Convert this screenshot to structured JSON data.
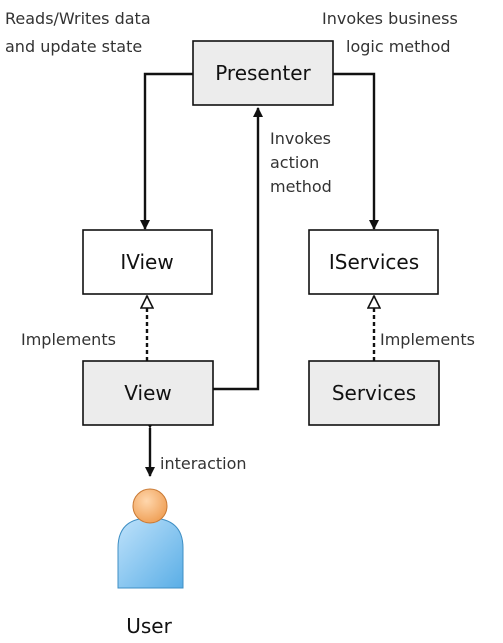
{
  "nodes": {
    "presenter": "Presenter",
    "iview": "IView",
    "iservices": "IServices",
    "view": "View",
    "services": "Services",
    "user": "User"
  },
  "edges": {
    "reads_writes": [
      "Reads/Writes data",
      "and update state"
    ],
    "invokes_business": [
      "Invokes business",
      "logic method"
    ],
    "invokes_action": [
      "Invokes",
      "action",
      "method"
    ],
    "implements_left": "Implements",
    "implements_right": "Implements",
    "interaction": "interaction"
  },
  "colors": {
    "presenter_fill": "#ececec",
    "interface_fill": "#ffffff",
    "impl_fill": "#ececec",
    "user_head": "#f0a25a",
    "user_body": "#5aaee6"
  }
}
